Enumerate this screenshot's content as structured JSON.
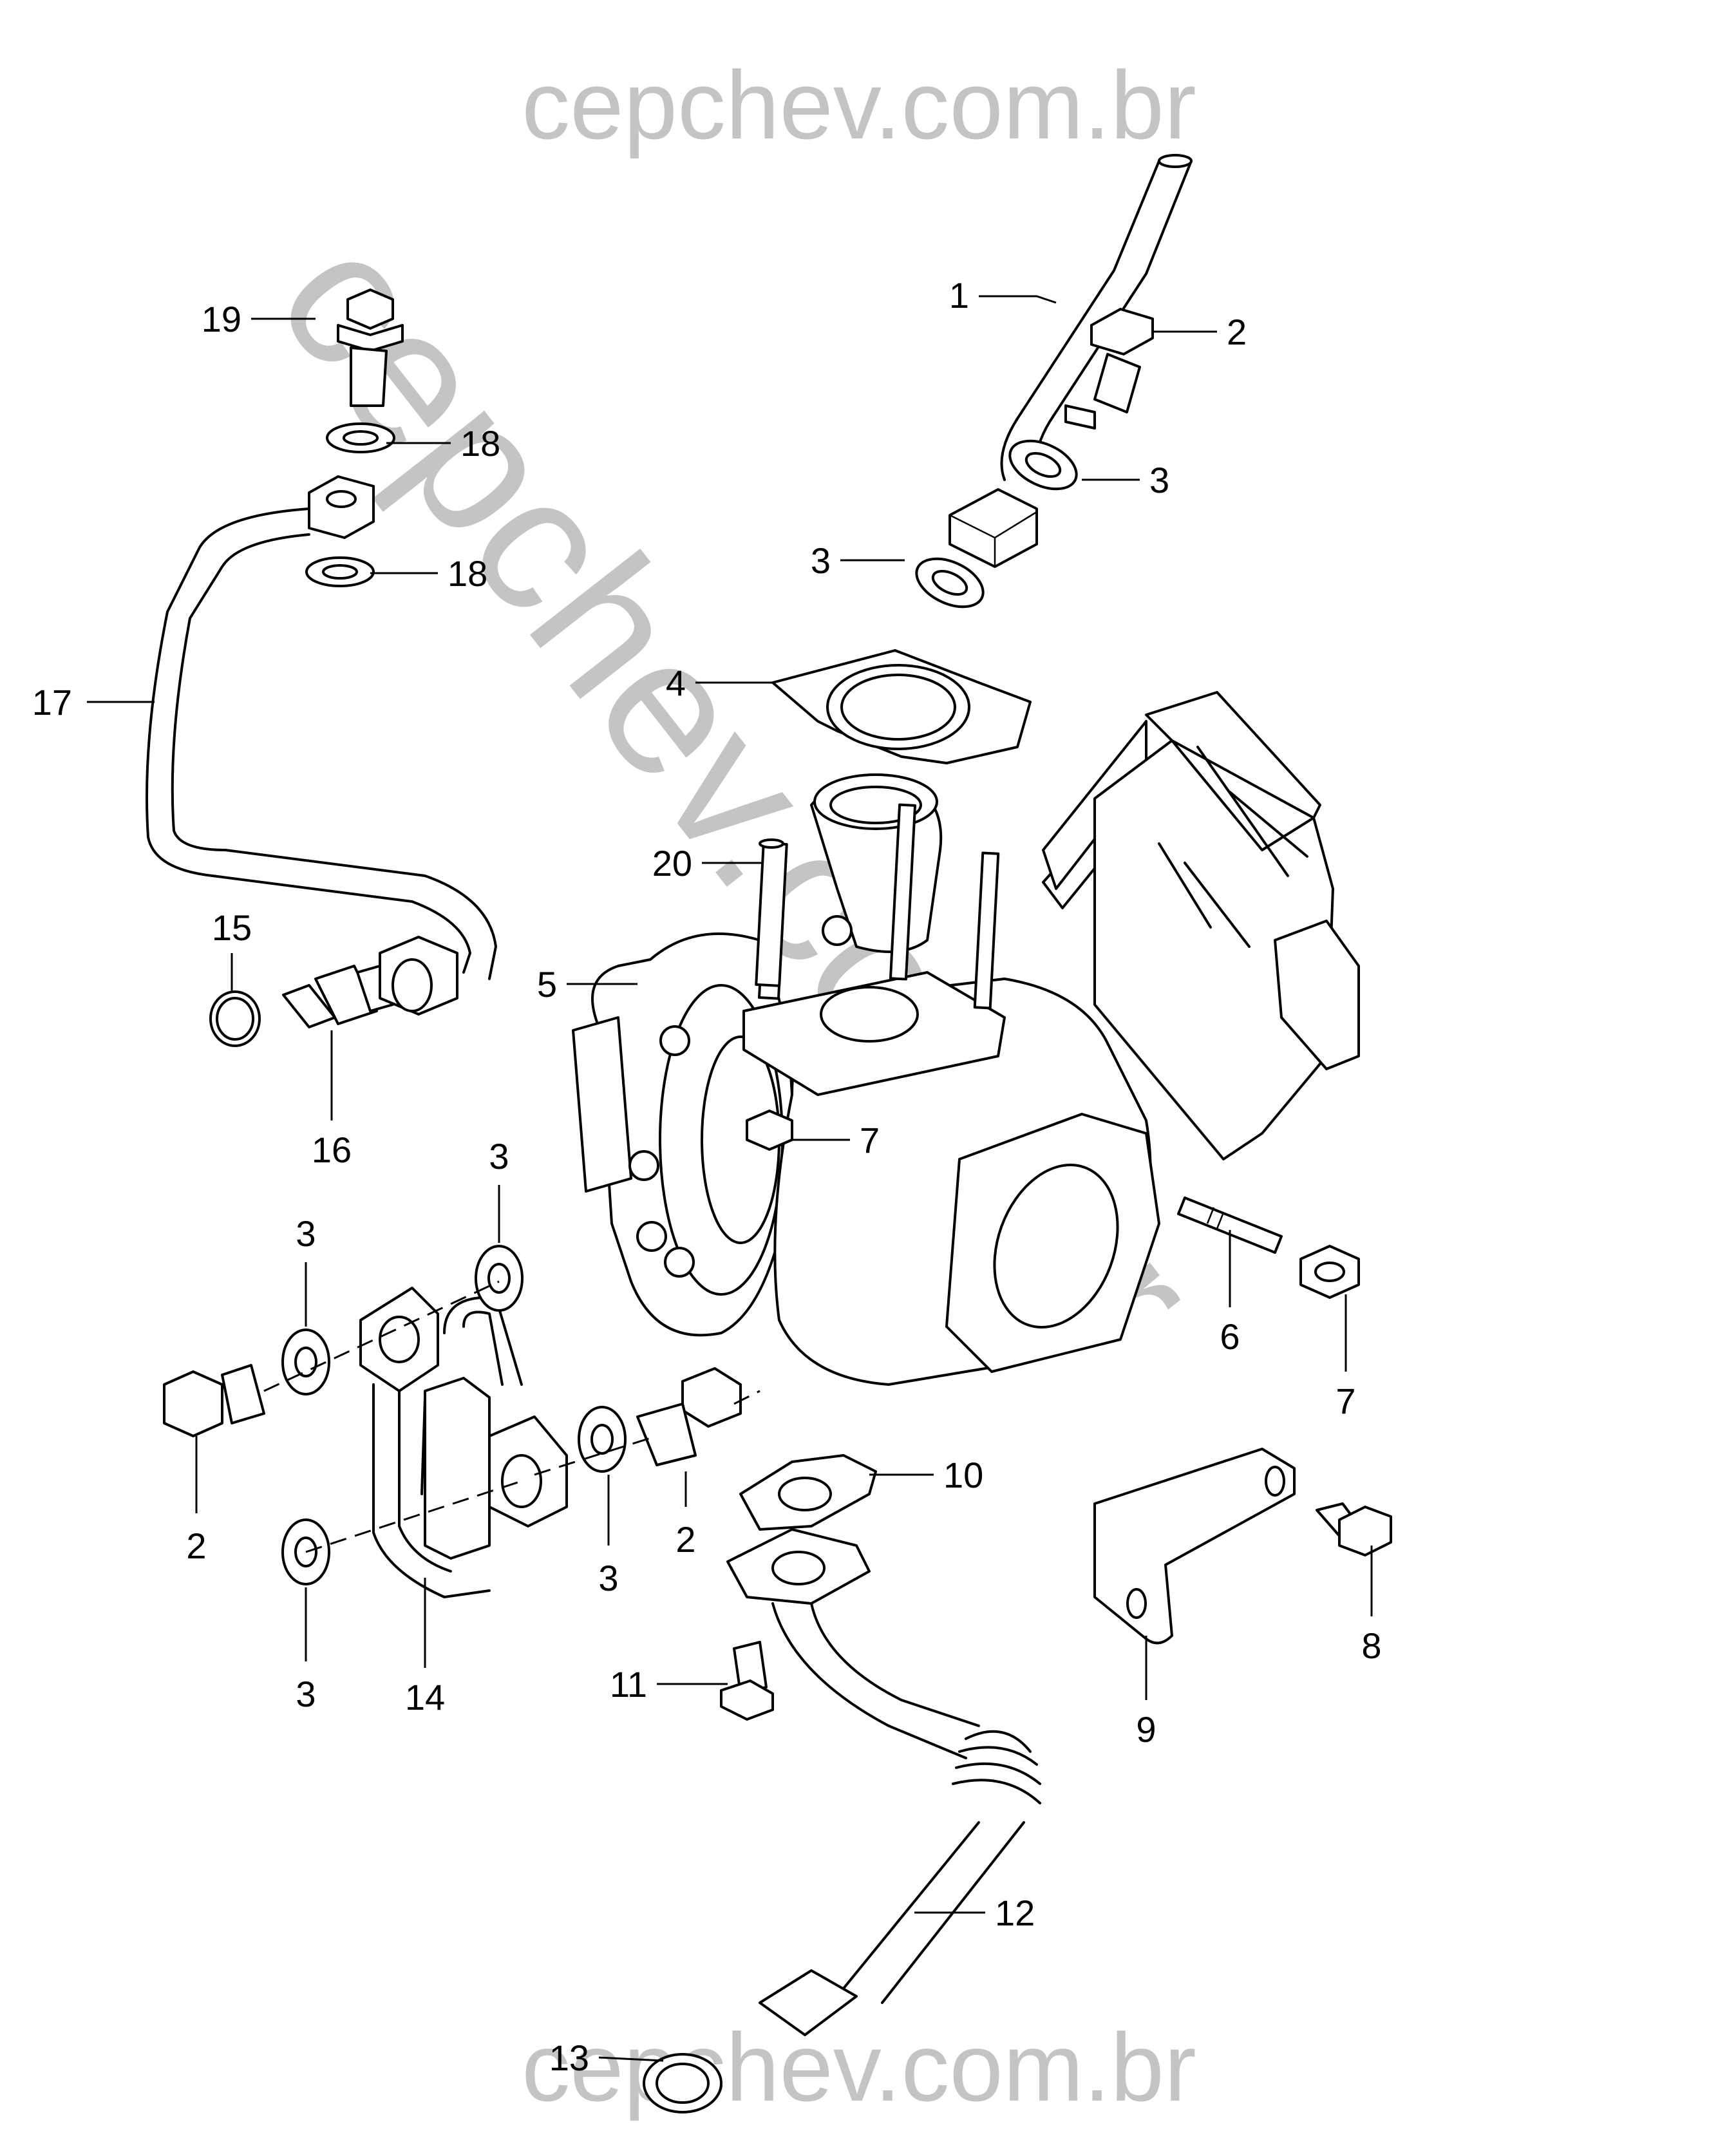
{
  "watermark": {
    "top": "cepchev.com.br",
    "bottom": "cepchev.com.br",
    "diagonal": "cepchev.com.br",
    "color": "#c4c4c4"
  },
  "callouts": {
    "c1": "1",
    "c2a": "2",
    "c3a": "3",
    "c3b": "3",
    "c4": "4",
    "c5": "5",
    "c6": "6",
    "c7a": "7",
    "c7b": "7",
    "c8": "8",
    "c9": "9",
    "c10": "10",
    "c11": "11",
    "c12": "12",
    "c13": "13",
    "c14": "14",
    "c15": "15",
    "c16": "16",
    "c17": "17",
    "c18a": "18",
    "c18b": "18",
    "c19": "19",
    "c20": "20",
    "c2b": "2",
    "c2c": "2",
    "c3c": "3",
    "c3d": "3",
    "c3e": "3",
    "c3f": "3"
  }
}
